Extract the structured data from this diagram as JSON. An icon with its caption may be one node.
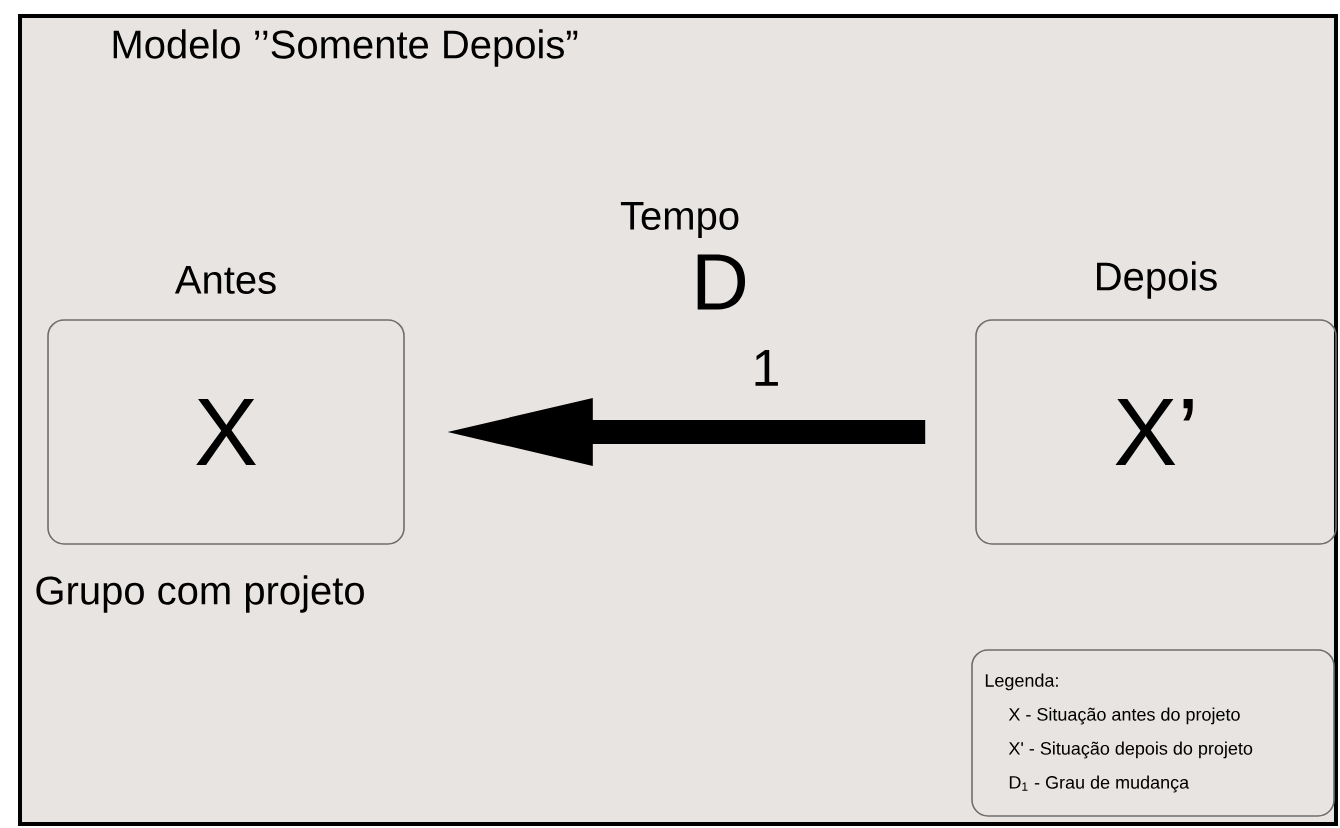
{
  "diagram": {
    "title": "Modelo ’’Somente Depois”",
    "nodes": [
      {
        "text": [
          "Antes",
          "X"
        ],
        "beside": [
          "Grupo com projeto"
        ]
      },
      {
        "text": [
          "Depois",
          "X’"
        ]
      },
      {
        "text": [
          "Legenda:",
          "X  - Situação antes do projeto",
          "X' - Situação depois do projeto",
          "D$_{1}$ - Grau de mudança"
        ]
      }
    ],
    "edges": [
      {
        "from": 1,
        "to": 0,
        "arrow": "to",
        "label": "Tempo"
      }
    ],
    "labels": [
      "D",
      "1"
    ]
  }
}
